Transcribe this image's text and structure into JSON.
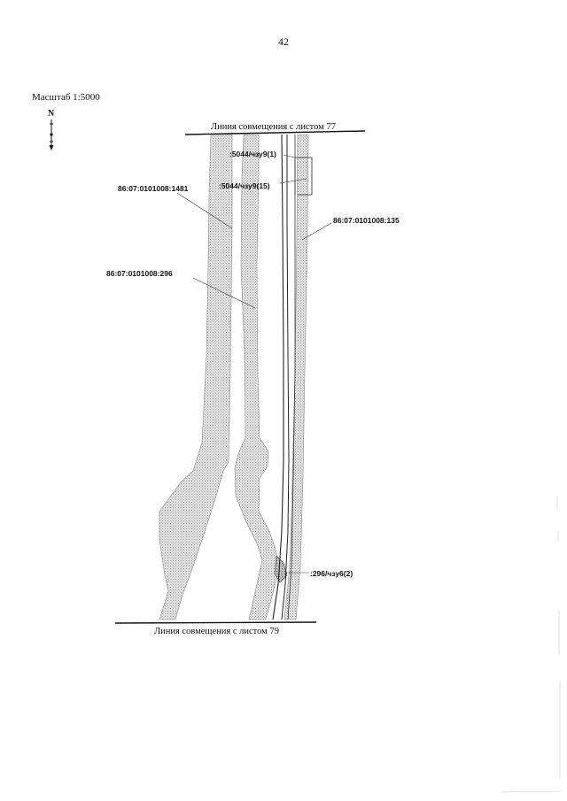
{
  "page": {
    "number": "42",
    "scale": "Масштаб 1:5000",
    "north_symbol": "N",
    "north_arrow_icon": "north-arrow-icon"
  },
  "map": {
    "top_boundary_caption": "Линия совмещения с листом 77",
    "bottom_boundary_caption": "Линия совмещения с листом 79",
    "labels": {
      "parcel_1481": "86:07:0101008:1481",
      "parcel_296": "86:07:0101008:296",
      "parcel_135": "86:07:0101008:135",
      "part_5044_1": ":5044/чзу9(1)",
      "part_5044_15": ":5044/чзу9(15)",
      "part_296_2": ":296/чзу6(2)"
    },
    "colors": {
      "parcel_fill": "#d4d4d4",
      "line": "#222222"
    }
  }
}
